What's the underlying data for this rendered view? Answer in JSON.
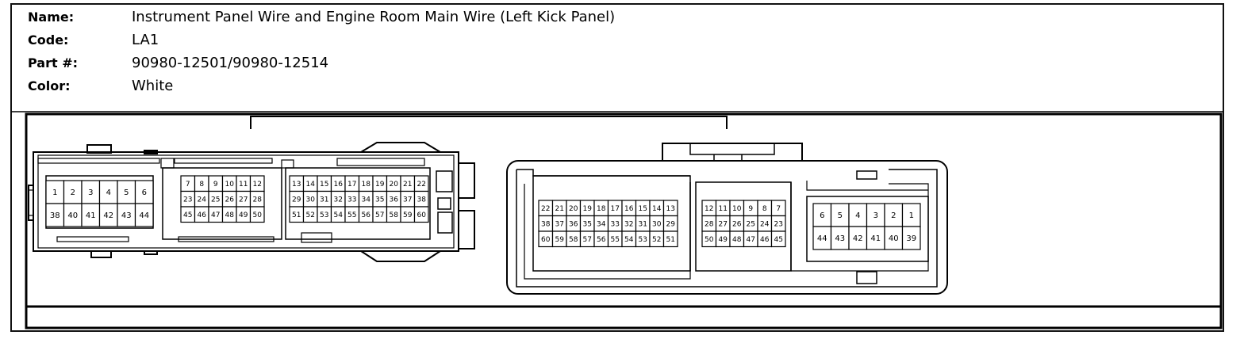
{
  "header": {
    "name_label": "Name:",
    "name_value": "Instrument Panel Wire and Engine Room Main Wire (Left Kick Panel)",
    "code_label": "Code:",
    "code_value": "LA1",
    "part_label": "Part #:",
    "part_value": "90980-12501/90980-12514",
    "color_label": "Color:",
    "color_value": "White"
  },
  "left_connector": {
    "block_a_rows": [
      [
        "1",
        "2",
        "3",
        "4",
        "5",
        "6"
      ],
      [
        "38",
        "40",
        "41",
        "42",
        "43",
        "44"
      ]
    ],
    "block_b_rows": [
      [
        "7",
        "8",
        "9",
        "10",
        "11",
        "12"
      ],
      [
        "23",
        "24",
        "25",
        "26",
        "27",
        "28"
      ],
      [
        "45",
        "46",
        "47",
        "48",
        "49",
        "50"
      ]
    ],
    "block_c_rows": [
      [
        "13",
        "14",
        "15",
        "16",
        "17",
        "18",
        "19",
        "20",
        "21",
        "22"
      ],
      [
        "29",
        "30",
        "31",
        "32",
        "33",
        "34",
        "35",
        "36",
        "37",
        "38"
      ],
      [
        "51",
        "52",
        "53",
        "54",
        "55",
        "56",
        "57",
        "58",
        "59",
        "60"
      ]
    ]
  },
  "right_connector": {
    "block_a_rows": [
      [
        "22",
        "21",
        "20",
        "19",
        "18",
        "17",
        "16",
        "15",
        "14",
        "13"
      ],
      [
        "38",
        "37",
        "36",
        "35",
        "34",
        "33",
        "32",
        "31",
        "30",
        "29"
      ],
      [
        "60",
        "59",
        "58",
        "57",
        "56",
        "55",
        "54",
        "53",
        "52",
        "51"
      ]
    ],
    "block_b_rows": [
      [
        "12",
        "11",
        "10",
        "9",
        "8",
        "7"
      ],
      [
        "28",
        "27",
        "26",
        "25",
        "24",
        "23"
      ],
      [
        "50",
        "49",
        "48",
        "47",
        "46",
        "45"
      ]
    ],
    "block_c_rows": [
      [
        "6",
        "5",
        "4",
        "3",
        "2",
        "1"
      ],
      [
        "44",
        "43",
        "42",
        "41",
        "40",
        "39"
      ]
    ]
  }
}
